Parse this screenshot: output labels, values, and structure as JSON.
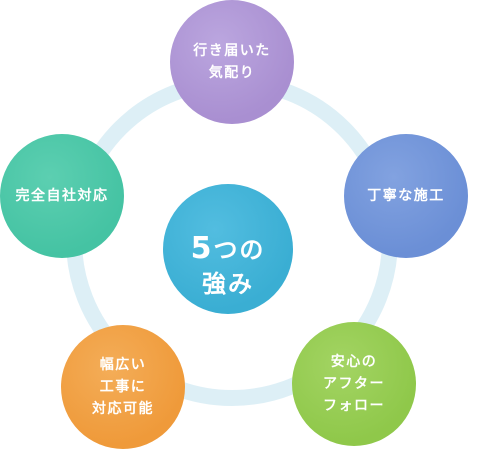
{
  "diagram": {
    "center": {
      "lead": "5",
      "rest": "つの\n強み",
      "color": "#3aaed3"
    },
    "strengths": [
      {
        "label": "行き届いた\n気配り",
        "color": "#a98fd1"
      },
      {
        "label": "丁寧な施工",
        "color": "#6b8fd6"
      },
      {
        "label": "安心の\nアフター\nフォロー",
        "color": "#8fc84a"
      },
      {
        "label": "幅広い\n工事に\n対応可能",
        "color": "#ef9a3a"
      },
      {
        "label": "完全自社対応",
        "color": "#45c3a3"
      }
    ],
    "ring_color": "#d9edf5"
  }
}
